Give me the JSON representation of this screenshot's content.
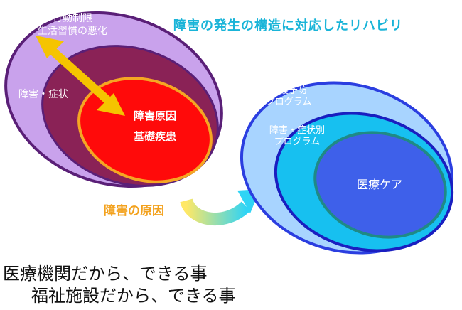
{
  "title": "障害の発生の構造に対応したリハビリ",
  "left": {
    "outer_label_line1": "行動制限",
    "outer_label_line2": "生活習慣の悪化",
    "middle_label": "障害・症状",
    "inner_label_line1": "障害原因",
    "inner_label_line2": "基礎疾患",
    "caption": "障害の原因"
  },
  "right": {
    "outer_label_line1": "介護予防",
    "outer_label_line2": "プログラム",
    "middle_label_line1": "障害・症状別",
    "middle_label_line2": "プログラム",
    "inner_label": "医療ケア"
  },
  "bottom": {
    "line1": "医療機関だから、できる事",
    "line2": "福祉施設だから、できる事"
  },
  "colors": {
    "left_outer": "#c9a2ec",
    "left_middle": "#8a2256",
    "left_inner": "#ff0a0a",
    "left_border": "#5a1f77",
    "left_inner_border": "#f5a623",
    "arrow": "#f5c400",
    "right_outer": "#a8d4ff",
    "right_middle": "#17c0f0",
    "right_inner": "#3e60ea",
    "right_border": "#2b3ee0",
    "title": "#19b4d8",
    "caption": "#f3a21e"
  },
  "icons": {
    "double_arrow": "double-headed-arrow",
    "curved_arrow": "curved-arrow-right"
  }
}
